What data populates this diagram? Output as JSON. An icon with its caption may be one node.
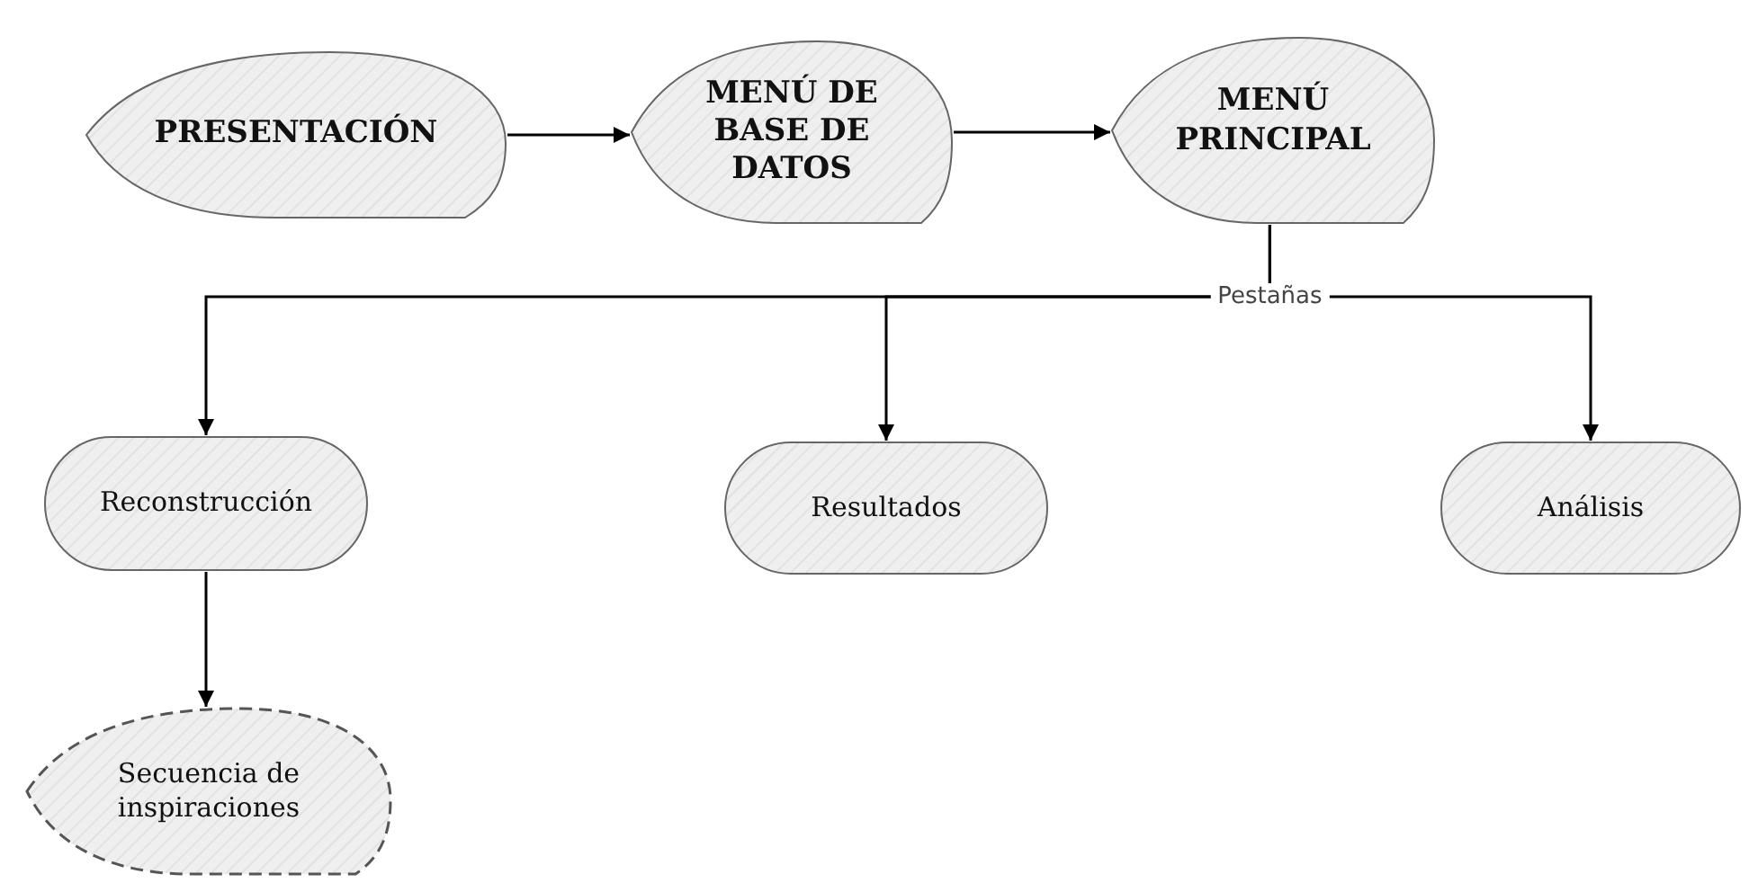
{
  "diagram": {
    "nodes": [
      {
        "text": [
          "PRESENTACIÓN"
        ]
      },
      {
        "text": [
          "MENÚ DE BASE DE DATOS"
        ]
      },
      {
        "text": [
          "MENÚ PRINCIPAL"
        ]
      },
      {
        "text": [
          "Reconstrucción"
        ]
      },
      {
        "text": [
          "Resultados"
        ]
      },
      {
        "text": [
          "Análisis"
        ]
      },
      {
        "text": [
          "Secuencia de inspiraciones"
        ]
      }
    ],
    "edges": [
      {
        "from": 0,
        "to": 1,
        "arrow": "to"
      },
      {
        "from": 1,
        "to": 2,
        "arrow": "to"
      },
      {
        "from": 2,
        "to": 3,
        "arrow": "to",
        "label": "Pestañas"
      },
      {
        "from": 2,
        "to": 4,
        "arrow": "to"
      },
      {
        "from": 2,
        "to": 5,
        "arrow": "to"
      },
      {
        "from": 3,
        "to": 6,
        "arrow": "to"
      }
    ]
  }
}
